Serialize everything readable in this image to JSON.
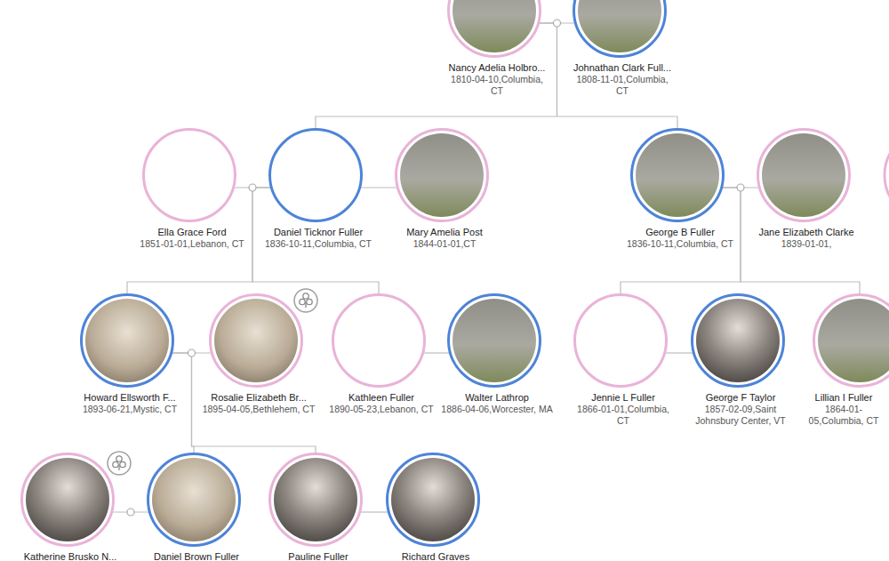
{
  "diagram": {
    "nodes": [
      {
        "text": [
          "Nancy Adelia Holbro...",
          "1810-04-10,Columbia, CT"
        ]
      },
      {
        "text": [
          "Johnathan Clark Full...",
          "1808-11-01,Columbia, CT"
        ]
      },
      {
        "text": [
          "Ella Grace Ford",
          "1851-01-01,Lebanon, CT"
        ]
      },
      {
        "text": [
          "Daniel Ticknor Fuller",
          "1836-10-11,Columbia, CT"
        ]
      },
      {
        "text": [
          "Mary Amelia Post",
          "1844-01-01,CT"
        ]
      },
      {
        "text": [
          "George B Fuller",
          "1836-10-11,Columbia, CT"
        ]
      },
      {
        "text": [
          "Jane Elizabeth Clarke",
          "1839-01-01,"
        ]
      },
      {
        "text": [
          "Howard Ellsworth F...",
          "1893-06-21,Mystic, CT"
        ]
      },
      {
        "text": [
          "Rosalie Elizabeth Br...",
          "1895-04-05,Bethlehem, CT"
        ]
      },
      {
        "text": [
          "Kathleen Fuller",
          "1890-05-23,Lebanon, CT"
        ]
      },
      {
        "text": [
          "Walter Lathrop",
          "1886-04-06,Worcester, MA"
        ]
      },
      {
        "text": [
          "Jennie L Fuller",
          "1866-01-01,Columbia, CT"
        ]
      },
      {
        "text": [
          "George F Taylor",
          "1857-02-09,Saint Johnsbury Center, VT"
        ]
      },
      {
        "text": [
          "Lillian I Fuller",
          "1864-01-05,Columbia, CT"
        ]
      },
      {
        "text": [
          "Katherine Brusko N..."
        ]
      },
      {
        "text": [
          "Daniel Brown Fuller"
        ]
      },
      {
        "text": [
          "Pauline Fuller"
        ]
      },
      {
        "text": [
          "Richard Graves"
        ]
      }
    ],
    "edges": [
      {
        "from": 0,
        "to": 1,
        "arrow": "none"
      },
      {
        "from": 2,
        "to": 3,
        "arrow": "none"
      },
      {
        "from": 3,
        "to": 4,
        "arrow": "none"
      },
      {
        "from": 5,
        "to": 6,
        "arrow": "none"
      },
      {
        "from": 7,
        "to": 8,
        "arrow": "none"
      },
      {
        "from": 9,
        "to": 10,
        "arrow": "none"
      },
      {
        "from": 11,
        "to": 12,
        "arrow": "none"
      },
      {
        "from": 14,
        "to": 15,
        "arrow": "none"
      },
      {
        "from": 16,
        "to": 17,
        "arrow": "none"
      },
      {
        "from": 0,
        "to": 3,
        "arrow": "none"
      },
      {
        "from": 0,
        "to": 5,
        "arrow": "none"
      },
      {
        "from": 3,
        "to": 7,
        "arrow": "none"
      },
      {
        "from": 3,
        "to": 9,
        "arrow": "none"
      },
      {
        "from": 5,
        "to": 11,
        "arrow": "none"
      },
      {
        "from": 5,
        "to": 13,
        "arrow": "none"
      },
      {
        "from": 7,
        "to": 15,
        "arrow": "none"
      },
      {
        "from": 7,
        "to": 16,
        "arrow": "none"
      }
    ]
  }
}
